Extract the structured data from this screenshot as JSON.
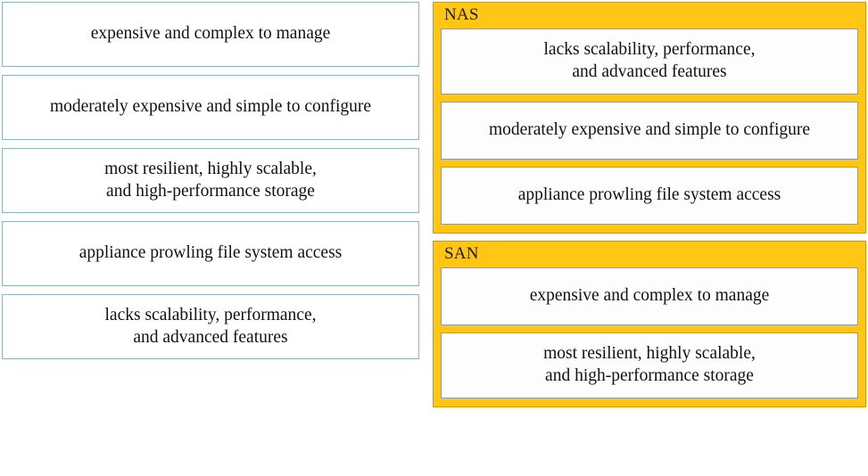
{
  "colors": {
    "group_fill": "#FFC713",
    "group_border": "#c99a0c",
    "answer_tile_border": "#8fb3b8",
    "group_tile_border": "#9a9a9a",
    "text": "#111111",
    "page_background": "#ffffff"
  },
  "answer_pool": {
    "items": [
      {
        "text": "expensive and complex to manage",
        "lines": 1
      },
      {
        "text": "moderately expensive and simple to configure",
        "lines": 1
      },
      {
        "text": "most resilient, highly scalable,\nand high-performance storage",
        "lines": 2
      },
      {
        "text": "appliance prowling file system access",
        "lines": 1
      },
      {
        "text": "lacks scalability, performance,\nand advanced features",
        "lines": 2
      }
    ]
  },
  "groups": [
    {
      "title": "NAS",
      "items": [
        {
          "text": "lacks scalability, performance,\nand advanced features",
          "lines": 2
        },
        {
          "text": "moderately expensive and simple to configure",
          "lines": 1
        },
        {
          "text": "appliance prowling file system access",
          "lines": 1
        }
      ]
    },
    {
      "title": "SAN",
      "items": [
        {
          "text": "expensive and complex to manage",
          "lines": 1
        },
        {
          "text": "most resilient, highly scalable,\nand high-performance storage",
          "lines": 2
        }
      ]
    }
  ]
}
